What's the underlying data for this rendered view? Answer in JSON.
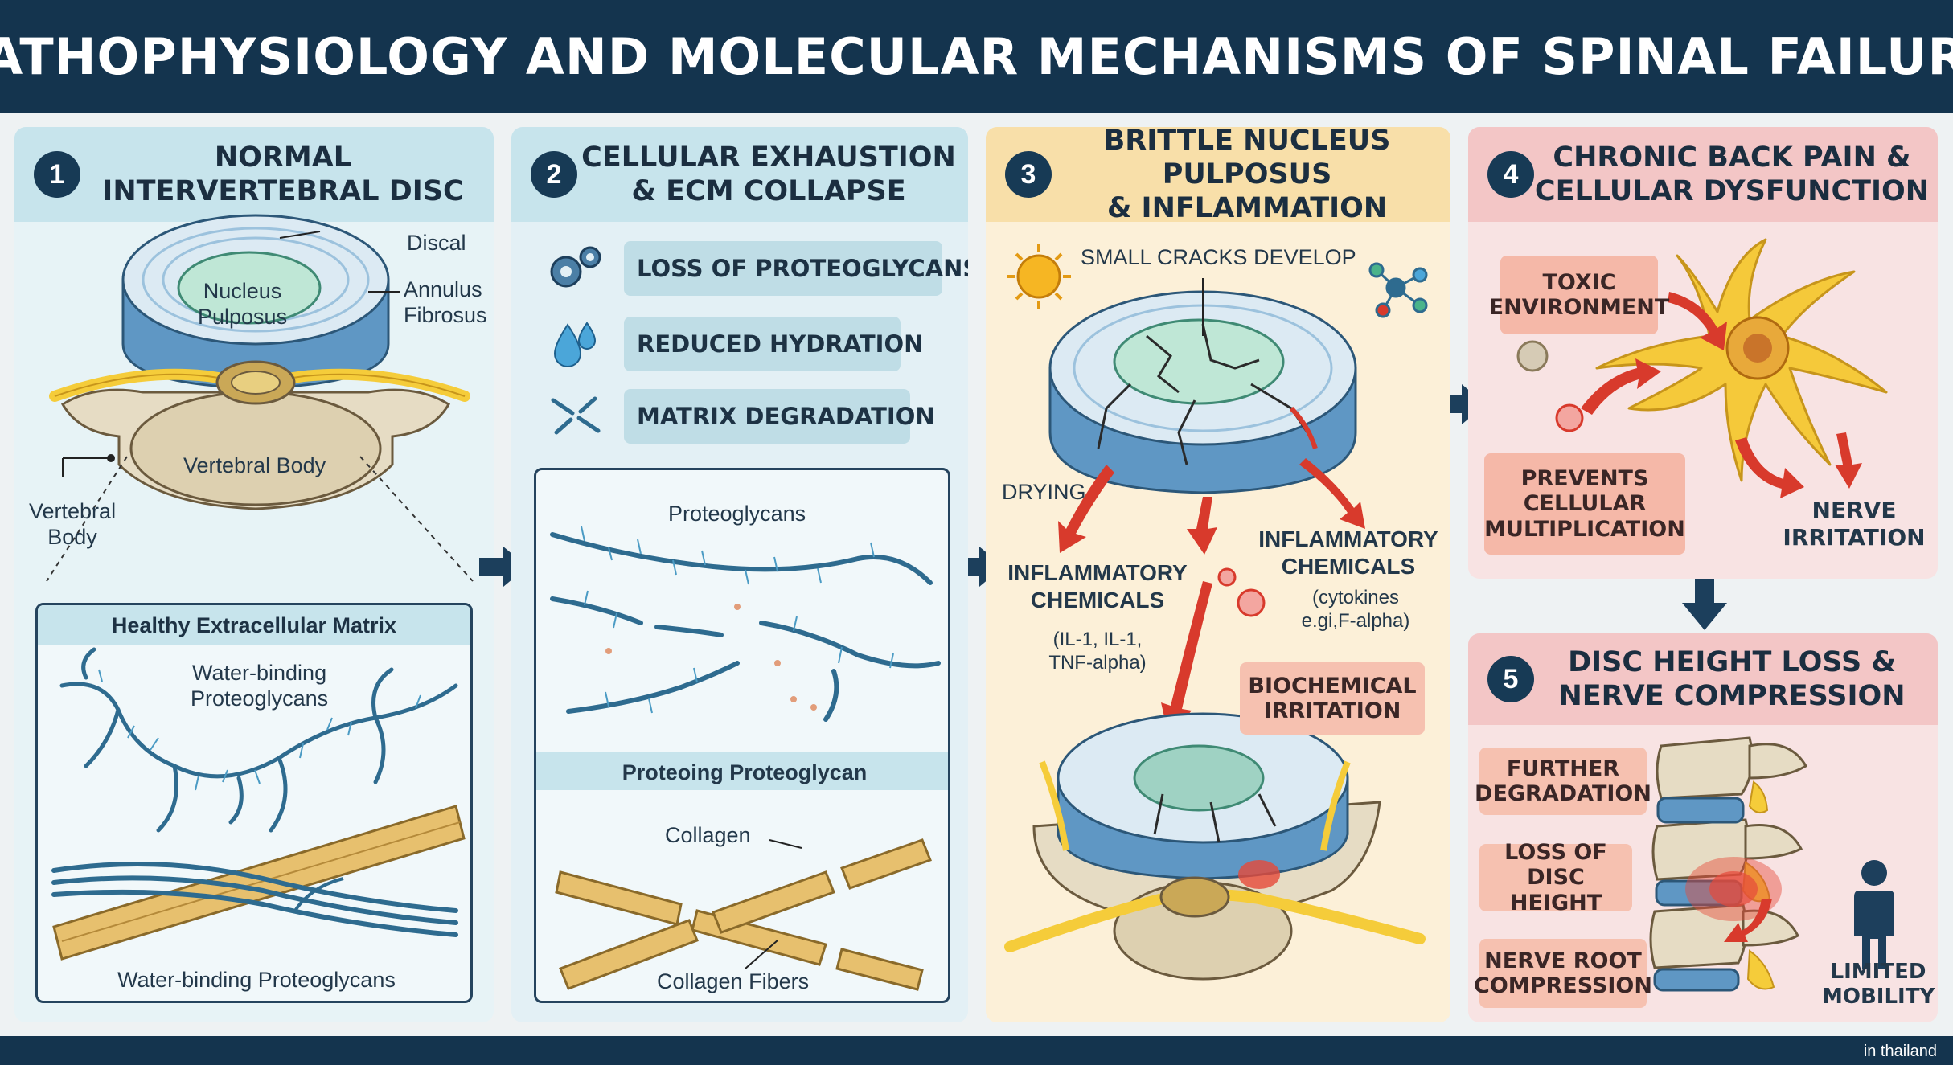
{
  "title": "PATHOPHYSIOLOGY AND MOLECULAR MECHANISMS OF SPINAL FAILURE",
  "footer": "in thailand",
  "colors": {
    "navy": "#14344e",
    "disc_blue": "#7fb2d6",
    "nucleus": "#bfe7d6",
    "nerve": "#f5cc3a",
    "arrow_red": "#d83a2c",
    "collagen": "#e7c06e",
    "fiber": "#2e6b8f"
  },
  "panels": [
    {
      "number": "1",
      "title": "NORMAL\nINTERVERTEBRAL DISC",
      "labels": {
        "discal": "Discal",
        "nucleus": "Nucleus\nPulposus",
        "annulus": "Annulus\nFibrosus",
        "vertebral_inner": "Vertebral Body",
        "vertebral_outer": "Vertebral\nBody"
      },
      "inset": {
        "title": "Healthy Extracellular Matrix",
        "label_top": "Water-binding\nProteoglycans",
        "label_bottom": "Water-binding Proteoglycans"
      }
    },
    {
      "number": "2",
      "title": "CELLULAR EXHAUSTION\n& ECM COLLAPSE",
      "chips": [
        {
          "label": "LOSS OF PROTEOGLYCANS",
          "icon": "gears-icon"
        },
        {
          "label": "REDUCED HYDRATION",
          "icon": "water-drops-icon"
        },
        {
          "label": "MATRIX DEGRADATION",
          "icon": "broken-fiber-icon"
        }
      ],
      "inset": {
        "label_top": "Proteoglycans",
        "divider": "Proteoing Proteoglycan",
        "label_collagen": "Collagen",
        "label_fibers": "Collagen Fibers"
      }
    },
    {
      "number": "3",
      "title": "BRITTLE NUCLEUS PULPOSUS\n& INFLAMMATION",
      "labels": {
        "cracks": "SMALL CRACKS DEVELOP",
        "drying": "DRYING",
        "inflam_left_title": "INFLAMMATORY\nCHEMICALS",
        "inflam_left_detail": "(IL-1, IL-1,\nTNF-alpha)",
        "inflam_right_title": "INFLAMMATORY\nCHEMICALS",
        "inflam_right_detail": "(cytokines\ne.gi,F-alpha)",
        "irritation": "BIOCHEMICAL\nIRRITATION"
      }
    },
    {
      "number": "4",
      "title": "CHRONIC BACK PAIN &\nCELLULAR DYSFUNCTION",
      "labels": {
        "toxic": "TOXIC\nENVIRONMENT",
        "prevents": "PREVENTS\nCELLULAR\nMULTIPLICATION",
        "nerve": "NERVE\nIRRITATION"
      }
    },
    {
      "number": "5",
      "title": "DISC HEIGHT LOSS &\nNERVE COMPRESSION",
      "labels": {
        "further": "FURTHER\nDEGRADATION",
        "loss": "LOSS OF\nDISC HEIGHT",
        "root": "NERVE ROOT\nCOMPRESSION",
        "mobility": "LIMITED\nMOBILITY"
      }
    }
  ]
}
